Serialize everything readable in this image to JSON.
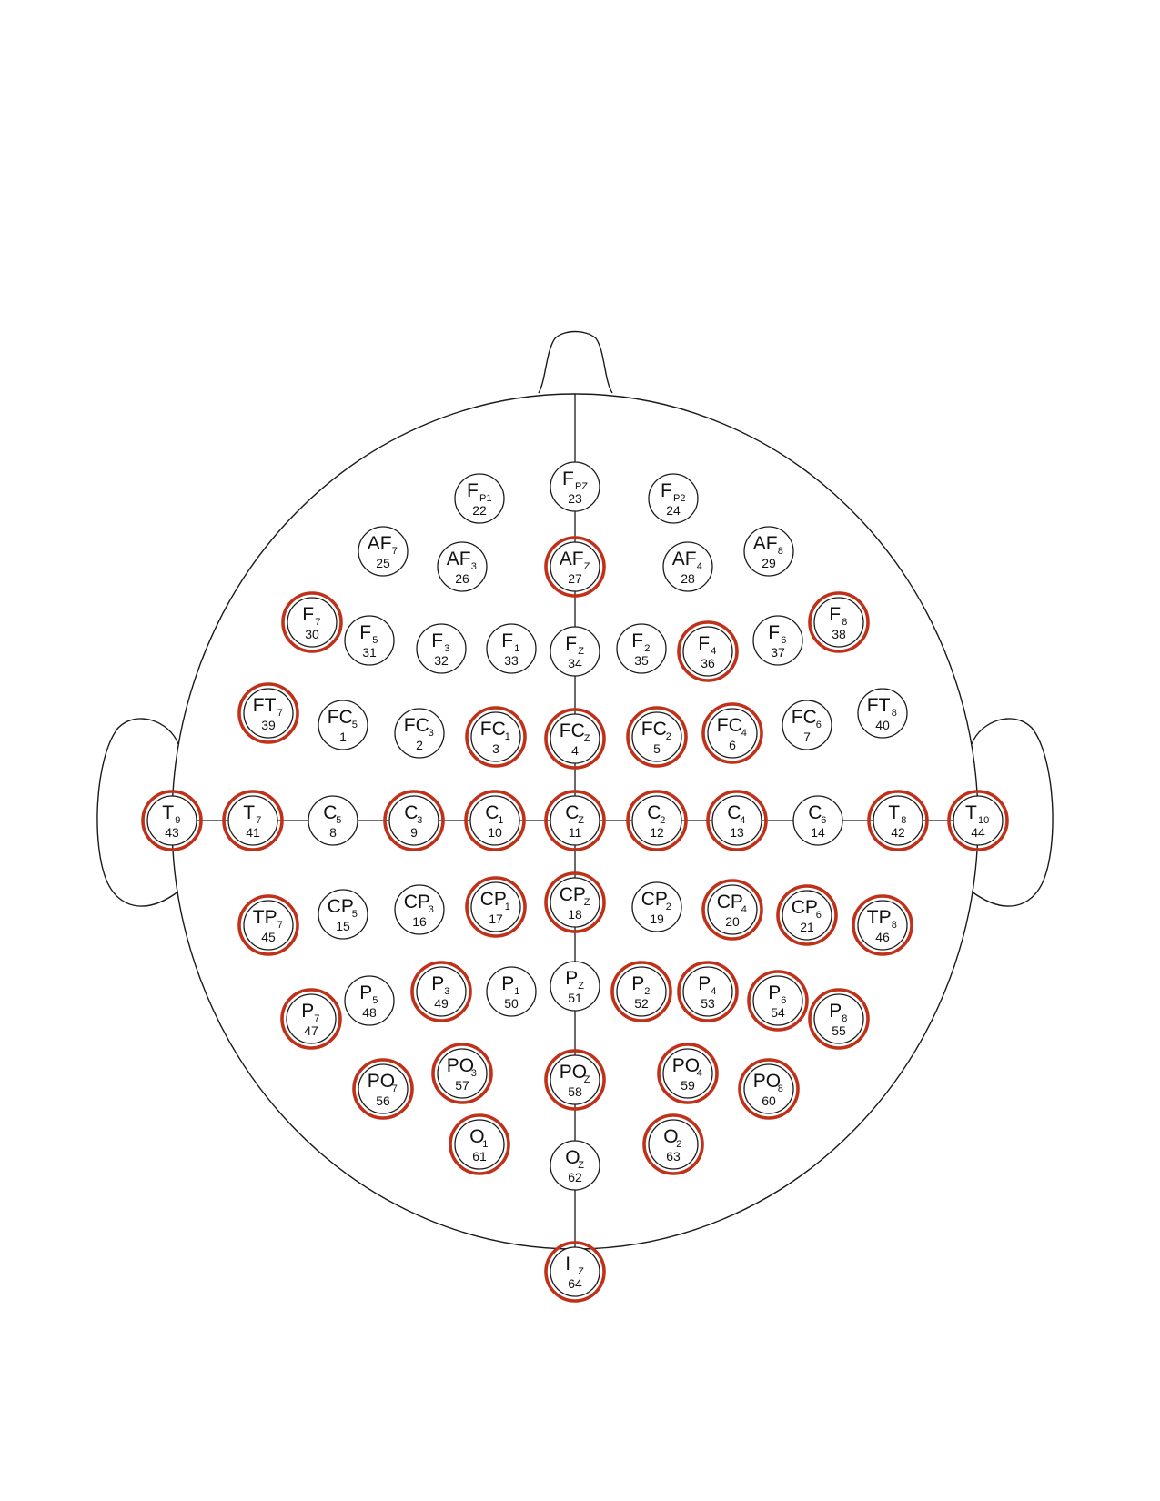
{
  "colors": {
    "highlight_ring": "#c0311a",
    "outline": "#1a1a1a"
  },
  "electrodes": [
    {
      "id": "Fp1",
      "base": "F",
      "sub": "P1",
      "num": "22",
      "marked": false
    },
    {
      "id": "Fpz",
      "base": "F",
      "sub": "PZ",
      "num": "23",
      "marked": false
    },
    {
      "id": "Fp2",
      "base": "F",
      "sub": "P2",
      "num": "24",
      "marked": false
    },
    {
      "id": "AF7",
      "base": "AF",
      "sub": "7",
      "num": "25",
      "marked": false
    },
    {
      "id": "AF3",
      "base": "AF",
      "sub": "3",
      "num": "26",
      "marked": false
    },
    {
      "id": "AFz",
      "base": "AF",
      "sub": "Z",
      "num": "27",
      "marked": true
    },
    {
      "id": "AF4",
      "base": "AF",
      "sub": "4",
      "num": "28",
      "marked": false
    },
    {
      "id": "AF8",
      "base": "AF",
      "sub": "8",
      "num": "29",
      "marked": false
    },
    {
      "id": "F7",
      "base": "F",
      "sub": "7",
      "num": "30",
      "marked": true
    },
    {
      "id": "F5",
      "base": "F",
      "sub": "5",
      "num": "31",
      "marked": false
    },
    {
      "id": "F3",
      "base": "F",
      "sub": "3",
      "num": "32",
      "marked": false
    },
    {
      "id": "F1",
      "base": "F",
      "sub": "1",
      "num": "33",
      "marked": false
    },
    {
      "id": "Fz",
      "base": "F",
      "sub": "Z",
      "num": "34",
      "marked": false
    },
    {
      "id": "F2",
      "base": "F",
      "sub": "2",
      "num": "35",
      "marked": false
    },
    {
      "id": "F4",
      "base": "F",
      "sub": "4",
      "num": "36",
      "marked": true
    },
    {
      "id": "F6",
      "base": "F",
      "sub": "6",
      "num": "37",
      "marked": false
    },
    {
      "id": "F8",
      "base": "F",
      "sub": "8",
      "num": "38",
      "marked": true
    },
    {
      "id": "FT7",
      "base": "FT",
      "sub": "7",
      "num": "39",
      "marked": true
    },
    {
      "id": "FC5",
      "base": "FC",
      "sub": "5",
      "num": "1",
      "marked": false
    },
    {
      "id": "FC3",
      "base": "FC",
      "sub": "3",
      "num": "2",
      "marked": false
    },
    {
      "id": "FC1",
      "base": "FC",
      "sub": "1",
      "num": "3",
      "marked": true
    },
    {
      "id": "FCz",
      "base": "FC",
      "sub": "Z",
      "num": "4",
      "marked": true
    },
    {
      "id": "FC2",
      "base": "FC",
      "sub": "2",
      "num": "5",
      "marked": true
    },
    {
      "id": "FC4",
      "base": "FC",
      "sub": "4",
      "num": "6",
      "marked": true
    },
    {
      "id": "FC6",
      "base": "FC",
      "sub": "6",
      "num": "7",
      "marked": false
    },
    {
      "id": "FT8",
      "base": "FT",
      "sub": "8",
      "num": "40",
      "marked": false
    },
    {
      "id": "T9",
      "base": "T",
      "sub": "9",
      "num": "43",
      "marked": true
    },
    {
      "id": "T7",
      "base": "T",
      "sub": "7",
      "num": "41",
      "marked": true
    },
    {
      "id": "C5",
      "base": "C",
      "sub": "5",
      "num": "8",
      "marked": false
    },
    {
      "id": "C3",
      "base": "C",
      "sub": "3",
      "num": "9",
      "marked": true
    },
    {
      "id": "C1",
      "base": "C",
      "sub": "1",
      "num": "10",
      "marked": true
    },
    {
      "id": "Cz",
      "base": "C",
      "sub": "Z",
      "num": "11",
      "marked": true
    },
    {
      "id": "C2",
      "base": "C",
      "sub": "2",
      "num": "12",
      "marked": true
    },
    {
      "id": "C4",
      "base": "C",
      "sub": "4",
      "num": "13",
      "marked": true
    },
    {
      "id": "C6",
      "base": "C",
      "sub": "6",
      "num": "14",
      "marked": false
    },
    {
      "id": "T8",
      "base": "T",
      "sub": "8",
      "num": "42",
      "marked": true
    },
    {
      "id": "T10",
      "base": "T",
      "sub": "10",
      "num": "44",
      "marked": true
    },
    {
      "id": "TP7",
      "base": "TP",
      "sub": "7",
      "num": "45",
      "marked": true
    },
    {
      "id": "CP5",
      "base": "CP",
      "sub": "5",
      "num": "15",
      "marked": false
    },
    {
      "id": "CP3",
      "base": "CP",
      "sub": "3",
      "num": "16",
      "marked": false
    },
    {
      "id": "CP1",
      "base": "CP",
      "sub": "1",
      "num": "17",
      "marked": true
    },
    {
      "id": "CPz",
      "base": "CP",
      "sub": "Z",
      "num": "18",
      "marked": true
    },
    {
      "id": "CP2",
      "base": "CP",
      "sub": "2",
      "num": "19",
      "marked": false
    },
    {
      "id": "CP4",
      "base": "CP",
      "sub": "4",
      "num": "20",
      "marked": true
    },
    {
      "id": "CP6",
      "base": "CP",
      "sub": "6",
      "num": "21",
      "marked": true
    },
    {
      "id": "TP8",
      "base": "TP",
      "sub": "8",
      "num": "46",
      "marked": true
    },
    {
      "id": "P7",
      "base": "P",
      "sub": "7",
      "num": "47",
      "marked": true
    },
    {
      "id": "P5",
      "base": "P",
      "sub": "5",
      "num": "48",
      "marked": false
    },
    {
      "id": "P3",
      "base": "P",
      "sub": "3",
      "num": "49",
      "marked": true
    },
    {
      "id": "P1",
      "base": "P",
      "sub": "1",
      "num": "50",
      "marked": false
    },
    {
      "id": "Pz",
      "base": "P",
      "sub": "Z",
      "num": "51",
      "marked": false
    },
    {
      "id": "P2",
      "base": "P",
      "sub": "2",
      "num": "52",
      "marked": true
    },
    {
      "id": "P4",
      "base": "P",
      "sub": "4",
      "num": "53",
      "marked": true
    },
    {
      "id": "P6",
      "base": "P",
      "sub": "6",
      "num": "54",
      "marked": true
    },
    {
      "id": "P8",
      "base": "P",
      "sub": "8",
      "num": "55",
      "marked": true
    },
    {
      "id": "PO7",
      "base": "PO",
      "sub": "7",
      "num": "56",
      "marked": true
    },
    {
      "id": "PO3",
      "base": "PO",
      "sub": "3",
      "num": "57",
      "marked": true
    },
    {
      "id": "POz",
      "base": "PO",
      "sub": "Z",
      "num": "58",
      "marked": true
    },
    {
      "id": "PO4",
      "base": "PO",
      "sub": "4",
      "num": "59",
      "marked": true
    },
    {
      "id": "PO8",
      "base": "PO",
      "sub": "8",
      "num": "60",
      "marked": true
    },
    {
      "id": "O1",
      "base": "O",
      "sub": "1",
      "num": "61",
      "marked": true
    },
    {
      "id": "Oz",
      "base": "O",
      "sub": "Z",
      "num": "62",
      "marked": false
    },
    {
      "id": "O2",
      "base": "O",
      "sub": "2",
      "num": "63",
      "marked": true
    },
    {
      "id": "Iz",
      "base": "I",
      "sub": "Z",
      "num": "64",
      "marked": true
    }
  ]
}
